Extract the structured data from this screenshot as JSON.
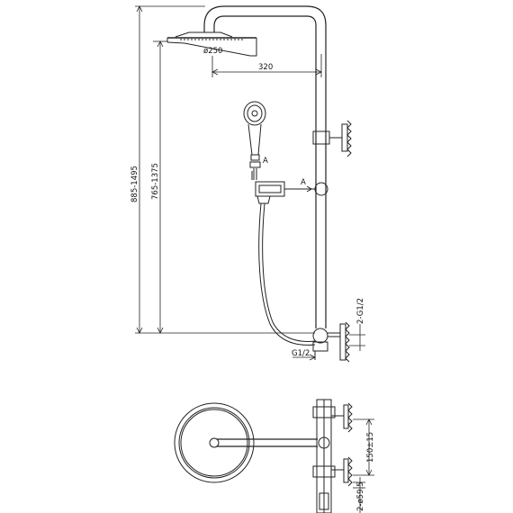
{
  "dimensions": {
    "total_height": "885-1495",
    "inner_height": "765-1375",
    "arm_length": "320",
    "head_diameter": "ø250",
    "section_mark_left": "A",
    "section_mark_right": "A",
    "inlet_thread": "G1/2",
    "outlet_thread": "2-G1/2",
    "centre_distance": "150±15",
    "hole_diameter": "2-ø59.5"
  }
}
